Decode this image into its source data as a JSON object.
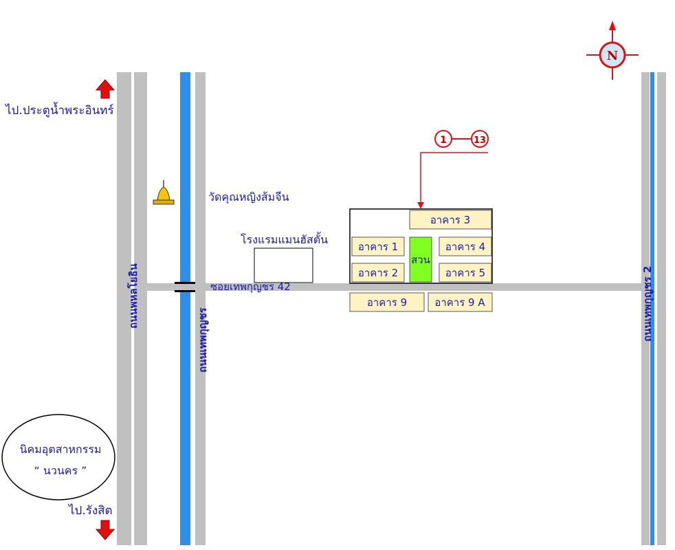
{
  "labels": {
    "to_north": "ไป.ประตูน้ำพระอินทร์",
    "to_south": "ไป.รังสิต",
    "temple": "วัดคุณหญิงส้มจีน",
    "hotel": "โรงแรมแมนฮัสตั้น",
    "soi": "ซอยเทพกุญชร 42",
    "road_left": "ถนนพหลโยธิน",
    "road_mid": "ถนนเทพกุญชร",
    "road_right": "ถนนเทพกุญชร 2",
    "estate_line1": "นิคมอุตสาหกรรม",
    "estate_line2": "“ นวนคร ”",
    "compass": "N",
    "range_start": "1",
    "range_end": "13"
  },
  "buildings": {
    "b3": "อาคาร 3",
    "b1": "อาคาร 1",
    "b4": "อาคาร 4",
    "b2": "อาคาร 2",
    "b5": "อาคาร 5",
    "b9": "อาคาร 9",
    "b9a": "อาคาร 9 A",
    "garden": "สวน"
  },
  "colors": {
    "road": "#c0c0c0",
    "canal": "#2f8fe6",
    "building_fill": "#fff3c4",
    "garden_fill": "#80ff20",
    "arrow_red": "#e01010",
    "text_blue": "#1a1aa8"
  },
  "icons": [
    "north-arrow-icon",
    "south-arrow-icon",
    "temple-icon",
    "compass-icon",
    "bridge-icon"
  ]
}
